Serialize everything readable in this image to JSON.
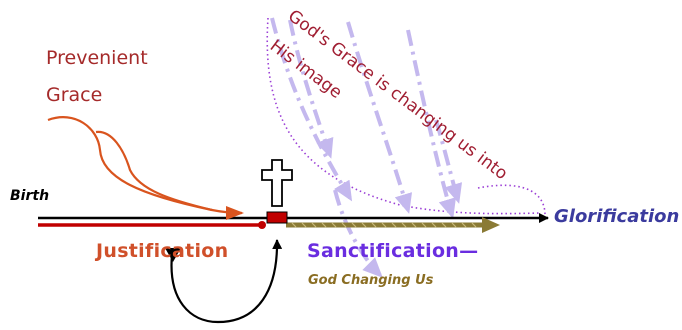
{
  "labels": {
    "prevenient_line1": "Prevenient",
    "prevenient_line2": "Grace",
    "birth": "Birth",
    "justification": "Justification",
    "sanctification": "Sanctification—",
    "god_changing_us": "God Changing Us",
    "glorification": "Glorification",
    "grace_changing_line1": "God's Grace is changing us into",
    "grace_changing_line2": "His image"
  },
  "colors": {
    "red": "#c00000",
    "orange": "#d9541e",
    "olive": "#8a7a35",
    "lavender": "#c4b8ee",
    "purple_dots": "#9b3fd6",
    "black": "#000000"
  },
  "icons": {
    "cross": "cross-icon"
  }
}
